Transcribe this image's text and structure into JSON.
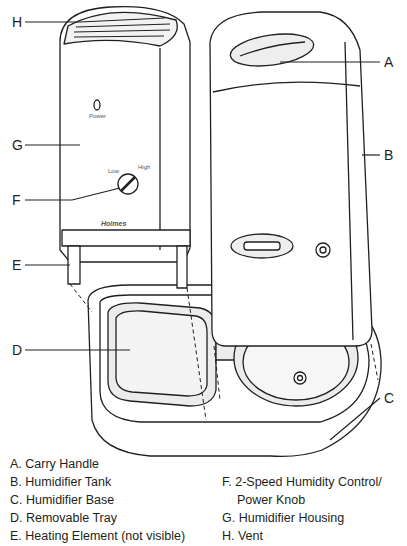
{
  "diagram": {
    "labels": [
      "H",
      "A",
      "Power",
      "G",
      "B",
      "Low",
      "High",
      "F",
      "Holmes",
      "E",
      "D",
      "C",
      "A. Carry Handle",
      "B. Humidifier Tank",
      "C. Humidifier Base",
      "D. Removable Tray",
      "E. Heating Element (not visible)",
      "F. 2-Speed Humidity Control/ Power Knob",
      "G. Humidifier Housing",
      "H. Vent"
    ]
  }
}
